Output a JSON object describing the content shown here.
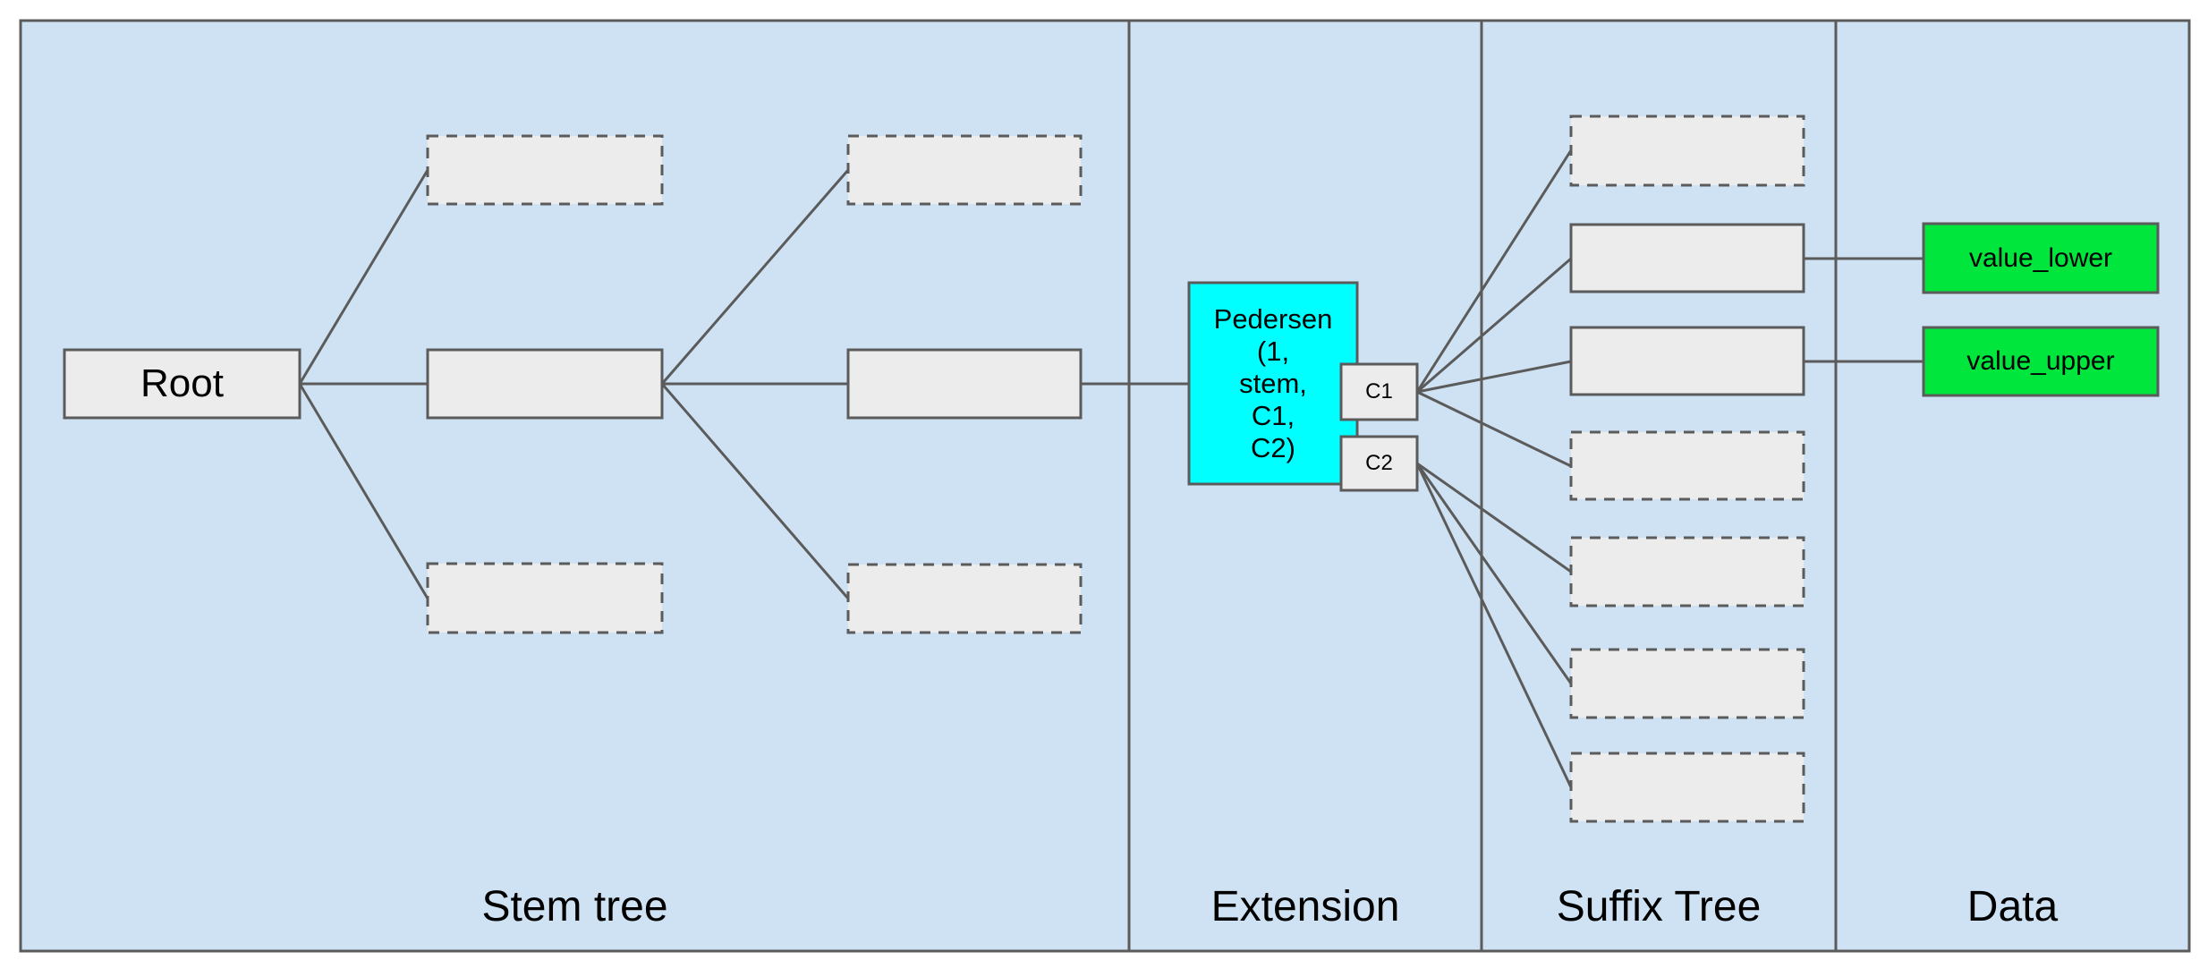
{
  "diagram": {
    "background_color": "#cfe2f3",
    "stroke_color": "#5b5b5b",
    "node_fill": "#ececec",
    "sections": [
      {
        "label": "Stem tree"
      },
      {
        "label": "Extension"
      },
      {
        "label": "Suffix Tree"
      },
      {
        "label": "Data"
      }
    ],
    "nodes": {
      "root": {
        "label": "Root",
        "style": "solid"
      },
      "stem_level1": [
        {
          "label": "",
          "style": "dashed"
        },
        {
          "label": "",
          "style": "solid"
        },
        {
          "label": "",
          "style": "dashed"
        }
      ],
      "stem_level2": [
        {
          "label": "",
          "style": "dashed"
        },
        {
          "label": "",
          "style": "solid"
        },
        {
          "label": "",
          "style": "dashed"
        }
      ],
      "pedersen": {
        "label": "Pedersen\n(1,\nstem,\nC1,\nC2)",
        "fill": "#00ffff",
        "style": "solid"
      },
      "c1": {
        "label": "C1",
        "style": "solid"
      },
      "c2": {
        "label": "C2",
        "style": "solid"
      },
      "suffix_nodes": [
        {
          "label": "",
          "style": "dashed"
        },
        {
          "label": "",
          "style": "solid"
        },
        {
          "label": "",
          "style": "solid"
        },
        {
          "label": "",
          "style": "dashed"
        },
        {
          "label": "",
          "style": "dashed"
        },
        {
          "label": "",
          "style": "dashed"
        },
        {
          "label": "",
          "style": "dashed"
        }
      ],
      "value_lower": {
        "label": "value_lower",
        "fill": "#00e63c",
        "style": "solid"
      },
      "value_upper": {
        "label": "value_upper",
        "fill": "#00e63c",
        "style": "solid"
      }
    },
    "edges": [
      {
        "from": "root",
        "to": "stem_level1.0"
      },
      {
        "from": "root",
        "to": "stem_level1.1"
      },
      {
        "from": "root",
        "to": "stem_level1.2"
      },
      {
        "from": "stem_level1.1",
        "to": "stem_level2.0"
      },
      {
        "from": "stem_level1.1",
        "to": "stem_level2.1"
      },
      {
        "from": "stem_level1.1",
        "to": "stem_level2.2"
      },
      {
        "from": "stem_level2.1",
        "to": "pedersen"
      },
      {
        "from": "c1",
        "to": "suffix_nodes.0"
      },
      {
        "from": "c1",
        "to": "suffix_nodes.1"
      },
      {
        "from": "c1",
        "to": "suffix_nodes.2"
      },
      {
        "from": "c1",
        "to": "suffix_nodes.3"
      },
      {
        "from": "c2",
        "to": "suffix_nodes.4"
      },
      {
        "from": "c2",
        "to": "suffix_nodes.5"
      },
      {
        "from": "c2",
        "to": "suffix_nodes.6"
      },
      {
        "from": "suffix_nodes.1",
        "to": "value_lower"
      },
      {
        "from": "suffix_nodes.2",
        "to": "value_upper"
      }
    ]
  }
}
